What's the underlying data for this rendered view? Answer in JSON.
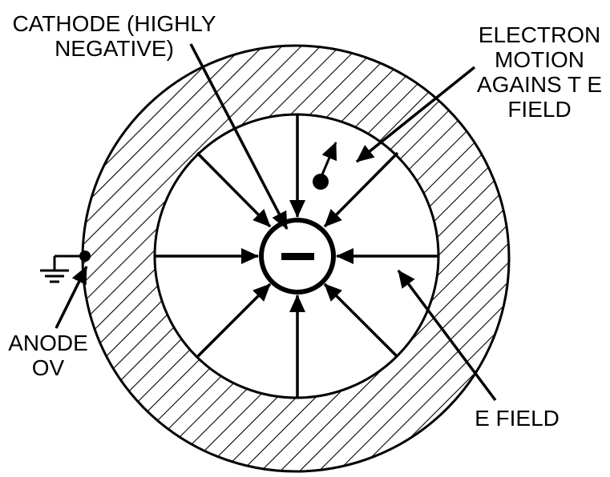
{
  "labels": {
    "cathode": [
      "CATHODE (HIGHLY",
      "NEGATIVE)"
    ],
    "electron_motion": [
      "ELECTRON",
      "MOTION",
      "AGAINS T E",
      "FIELD"
    ],
    "anode": [
      "ANODE",
      "OV"
    ],
    "e_field": "E FIELD",
    "cathode_sign": "−"
  },
  "colors": {
    "ink": "#000000",
    "background": "#ffffff"
  },
  "icons": [
    "ground-icon",
    "electron-dot-icon",
    "negative-sign-icon"
  ]
}
